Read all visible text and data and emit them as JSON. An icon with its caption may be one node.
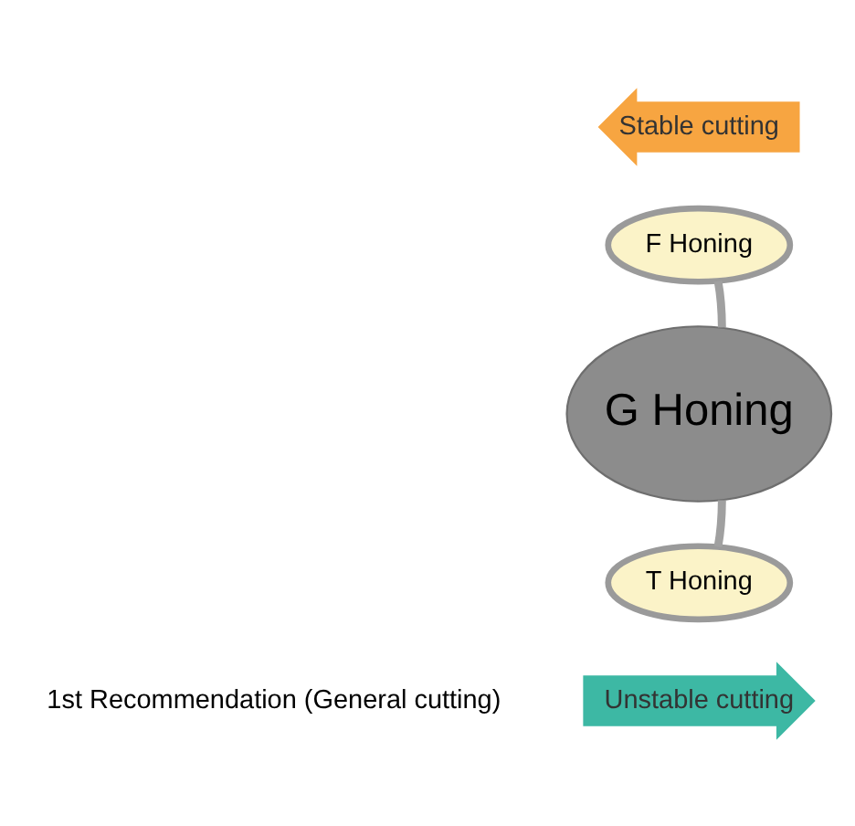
{
  "diagram": {
    "nodes": [
      {
        "text": [
          "Stable cutting"
        ]
      },
      {
        "text": [
          "F Honing"
        ]
      },
      {
        "text": [
          "G Honing"
        ]
      },
      {
        "text": [
          "T Honing"
        ]
      },
      {
        "text": [
          "Unstable cutting"
        ]
      }
    ],
    "edges": [
      {
        "from": 1,
        "to": 2,
        "arrow": "none"
      },
      {
        "from": 2,
        "to": 3,
        "arrow": "none"
      }
    ],
    "labels": [
      "1st Recommendation (General cutting)"
    ]
  }
}
